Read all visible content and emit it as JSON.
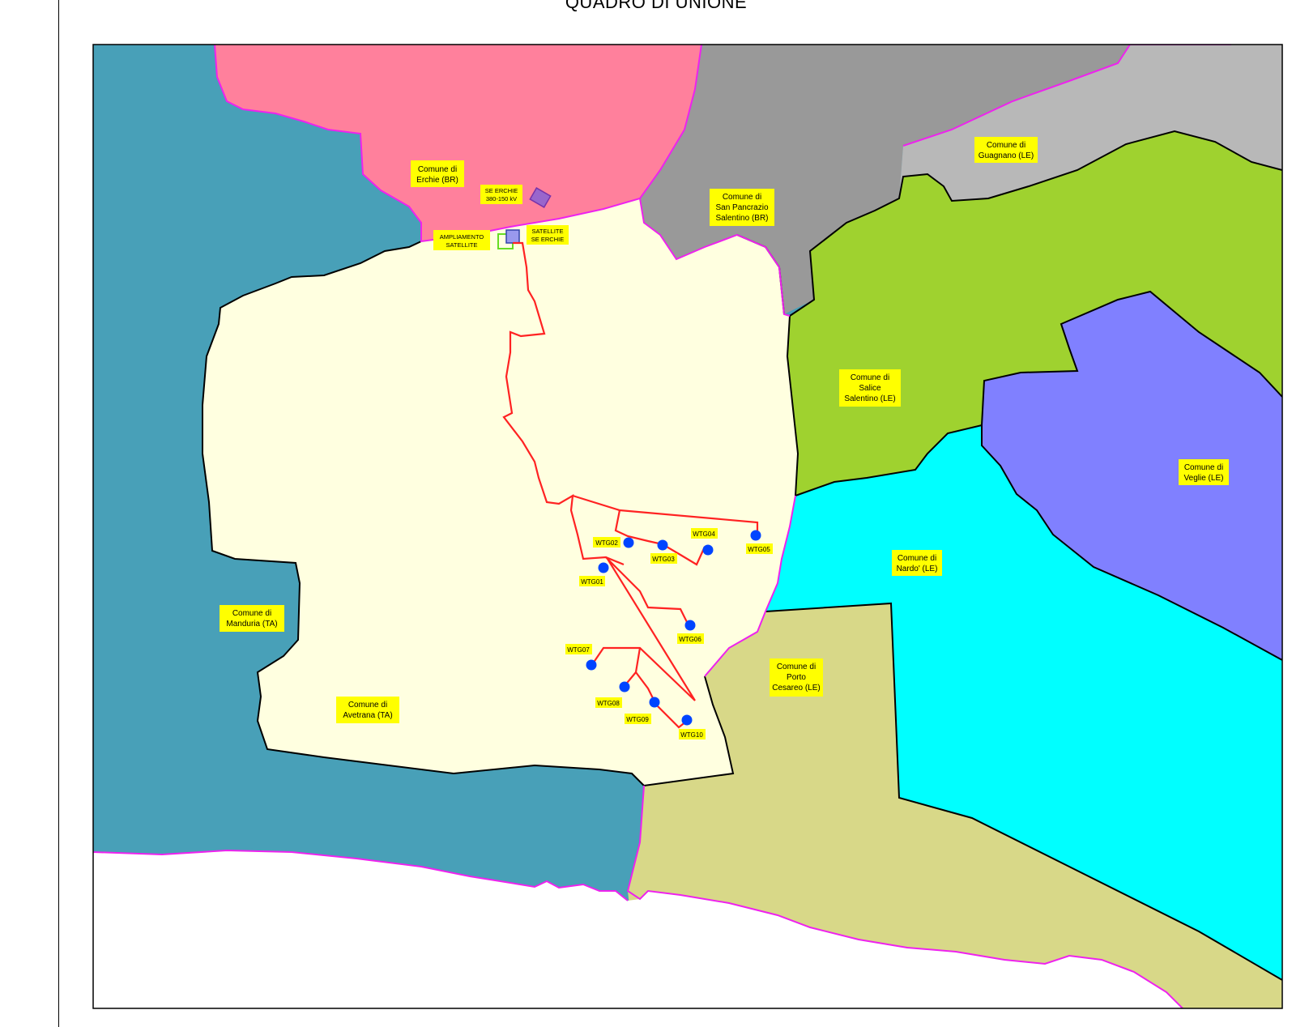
{
  "title": "QUADRO DI UNIONE",
  "colors": {
    "manduria": "#48a0b8",
    "erchie": "#ff809c",
    "san_pancrazio": "#999999",
    "guagnano": "#b8b8b8",
    "salice": "#9fd22f",
    "veglie": "#8080ff",
    "nardo": "#00ffff",
    "porto_cesareo": "#d8d888",
    "avetrana": "#ffffe0",
    "sea": "#ffffff",
    "cable": "#ff0000",
    "turbine": "#0044ff",
    "label_bg": "#ffff00",
    "boundary_highlight": "#ee22ee"
  },
  "municipalities": {
    "erchie": [
      "Comune di",
      "Erchie (BR)"
    ],
    "san_pancrazio": [
      "Comune di",
      "San Pancrazio",
      "Salentino (BR)"
    ],
    "guagnano": [
      "Comune di",
      "Guagnano (LE)"
    ],
    "salice": [
      "Comune di",
      "Salice",
      "Salentino (LE)"
    ],
    "veglie": [
      "Comune di",
      "Veglie (LE)"
    ],
    "nardo": [
      "Comune di",
      "Nardo' (LE)"
    ],
    "porto_cesareo": [
      "Comune di",
      "Porto",
      "Cesareo (LE)"
    ],
    "manduria": [
      "Comune di",
      "Manduria (TA)"
    ],
    "avetrana": [
      "Comune di",
      "Avetrana (TA)"
    ]
  },
  "facilities": {
    "se_erchie": [
      "SE ERCHIE",
      "380-150 kV"
    ],
    "satellite": [
      "SATELLITE",
      "SE ERCHIE"
    ],
    "ampliamento": [
      "AMPLIAMENTO",
      "SATELLITE"
    ]
  },
  "turbines": [
    "WTG01",
    "WTG02",
    "WTG03",
    "WTG04",
    "WTG05",
    "WTG06",
    "WTG07",
    "WTG08",
    "WTG09",
    "WTG10"
  ]
}
